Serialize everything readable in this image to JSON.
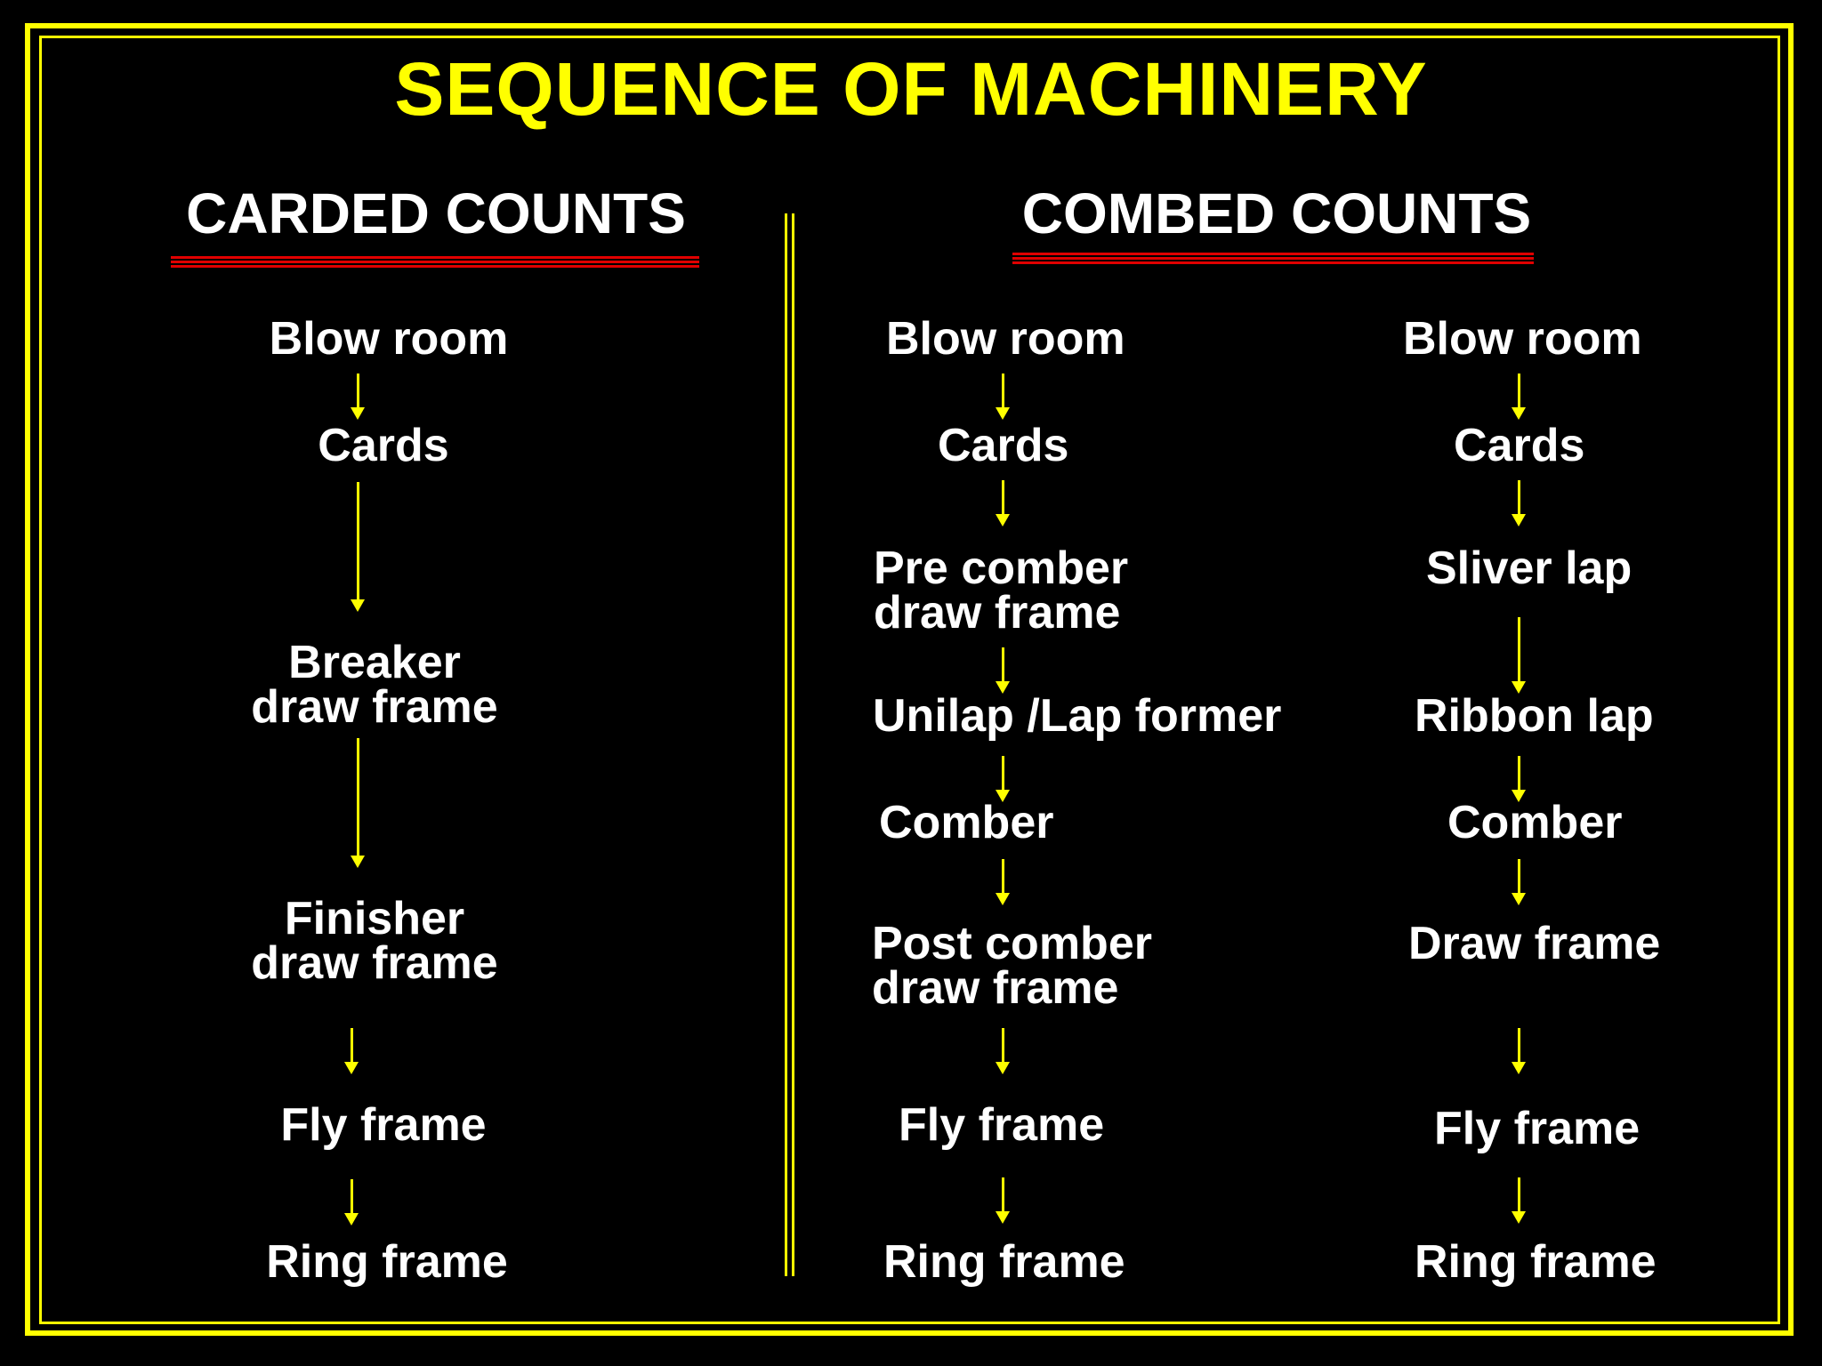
{
  "title": "SEQUENCE OF MACHINERY",
  "headings": {
    "carded": "CARDED COUNTS",
    "combed": "COMBED COUNTS"
  },
  "colors": {
    "background": "#000000",
    "title": "#ffff00",
    "border": "#ffff00",
    "arrow": "#ffff00",
    "text": "#ffffff",
    "underline": "#e00000"
  },
  "carded": {
    "blow_room": "Blow room",
    "cards": "Cards",
    "breaker_line1": "Breaker",
    "breaker_line2": "draw frame",
    "finisher_line1": "Finisher",
    "finisher_line2": "draw frame",
    "fly_frame": "Fly frame",
    "ring_frame": "Ring frame"
  },
  "combed_a": {
    "blow_room": "Blow room",
    "cards": "Cards",
    "pre_comber_line1": "Pre comber",
    "pre_comber_line2": "draw frame",
    "unilap": "Unilap /Lap former",
    "comber": "Comber",
    "post_comber_line1": "Post comber",
    "post_comber_line2": "draw frame",
    "fly_frame": "Fly frame",
    "ring_frame": "Ring frame"
  },
  "combed_b": {
    "blow_room": "Blow room",
    "cards": "Cards",
    "sliver_lap": "Sliver lap",
    "ribbon_lap": "Ribbon lap",
    "comber": "Comber",
    "draw_frame": "Draw frame",
    "fly_frame": "Fly frame",
    "ring_frame": "Ring frame"
  }
}
